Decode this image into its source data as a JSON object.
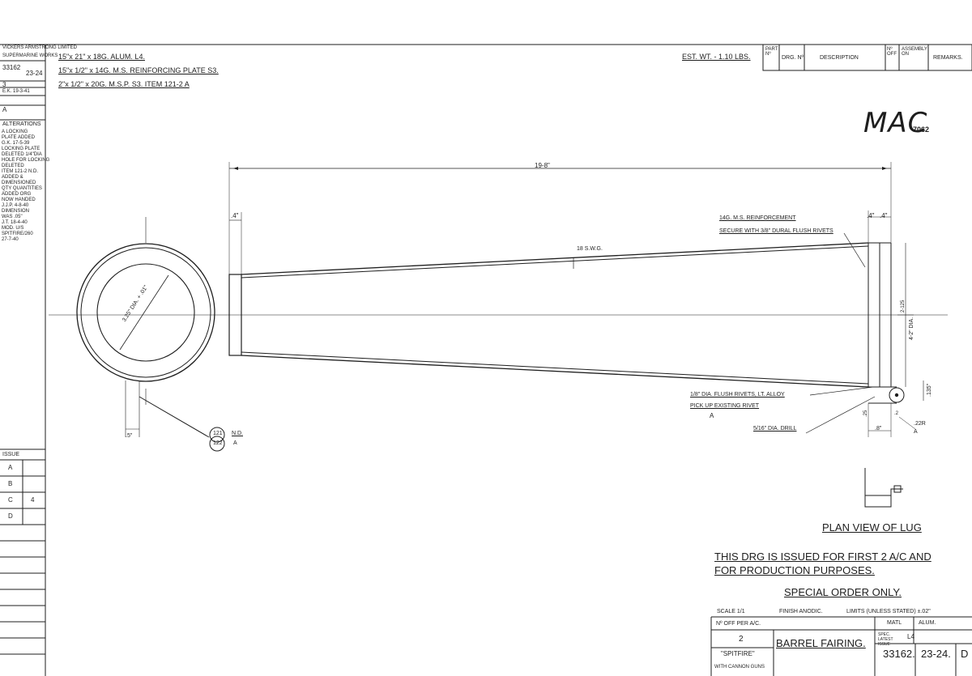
{
  "left_strip": {
    "maker": "VICKERS ARMSTRONG LIMITED",
    "dept": "SUPERMARINE WORKS",
    "drawing_ref": "33162",
    "sheet_ref": "23-24",
    "issue": "3",
    "issue_date": "E.K. 19-3-41",
    "issue_letter": "A",
    "alterations_heading": "ALTERATIONS",
    "alterations_text": [
      "A LOCKING",
      "PLATE ADDED",
      "G.K. 17-5-39",
      "LOCKING PLATE",
      "DELETED 1/4\"DIA",
      "HOLE FOR LOCKING",
      "DELETED",
      "ITEM 121-2 N.D.",
      "ADDED &",
      "DIMENSIONED",
      "QTY QUANTITIES",
      "ADDED ORG",
      "NOW HANDED",
      "J.J.P. 4-8-40",
      "DIMENSION",
      "WAS .05\"",
      "J.T. 18-4-40",
      "MOD. U/S",
      "SPITFIRE/260",
      "27-7-40"
    ],
    "issue_heading": "ISSUE",
    "issue_rows": [
      "A",
      "B",
      "C",
      "D"
    ],
    "issue_marks": [
      "",
      "",
      "4",
      ""
    ]
  },
  "materials": [
    "15\"x 21\" x 18G. ALUM. L4.",
    "15\"x 1/2\" x 14G. M.S. REINFORCING PLATE S3.",
    "2\"x 1/2\" x 20G. M.S.P. S3. ITEM 121-2 A"
  ],
  "est_wt": "EST. WT. - 1.10 LBS.",
  "parts_table": {
    "part_no": "PART Nº",
    "drg_no": "DRG. Nº",
    "description": "DESCRIPTION",
    "no_off": "Nº OFF",
    "assembly": "ASSEMBLY ON",
    "remarks": "REMARKS."
  },
  "mac": {
    "letters": "MAC",
    "number": "7062"
  },
  "dimensions": {
    "overall_length": "19-8\"",
    "left_end": ".4\"",
    "right_end_a": ".4\"",
    "right_end_b": ".4\"",
    "gauge": "18 S.W.G.",
    "circle_dia": "3.25\" DIA. + .01\"",
    "bottom_width": ".5\"",
    "dia_right": "4-2\" DIA.",
    "half_height": "2-125",
    "lug_height": ".135\"",
    "lug_width": ".8\"",
    "lug_a": ".25",
    "lug_b": ".2",
    "radius": ".22R"
  },
  "annotations": {
    "reinforcement": "14G. M.S. REINFORCEMENT",
    "secure": "SECURE WITH 3/8\" DURAL FLUSH RIVETS",
    "rivets": "1/8\" DIA. FLUSH RIVETS, LT. ALLOY",
    "pickup": "PICK UP EXISTING RIVET",
    "drill": "5/16\" DIA. DRILL",
    "item_121": "121",
    "item_122": "122",
    "item_nd": "N.D.",
    "delta_a": "A"
  },
  "plan_view_label": "PLAN VIEW OF LUG",
  "notes": {
    "line1": "THIS DRG IS ISSUED FOR FIRST 2 A/C AND",
    "line2": "FOR PRODUCTION PURPOSES.",
    "special": "SPECIAL ORDER ONLY."
  },
  "title_block": {
    "scale": "SCALE 1/1",
    "finish": "FINISH ANODIC.",
    "limits": "LIMITS (UNLESS STATED) ±.02\"",
    "no_off_label": "Nº OFF PER A/C.",
    "no_off_value": "2",
    "title": "BARREL FAIRING.",
    "aircraft": "\"SPITFIRE\"",
    "aircraft_note": "WITH CANNON GUNS",
    "matl_label": "MATL",
    "matl_value": "ALUM.",
    "spec_label": "SPEC. LATEST ISSUE",
    "spec_value": "L4",
    "drawing_no": "33162.",
    "sheet_no": "23-24.",
    "size": "D"
  },
  "colors": {
    "ink": "#1e1e1e",
    "paper": "#ffffff"
  }
}
